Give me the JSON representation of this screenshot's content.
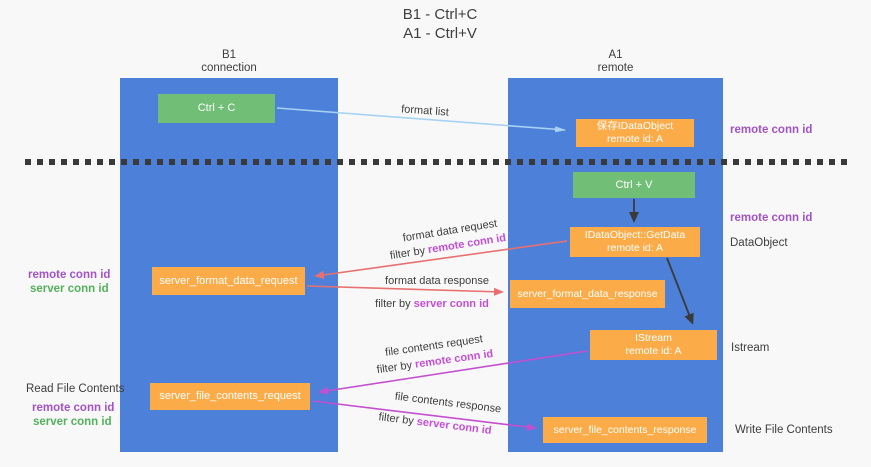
{
  "title": {
    "line1": "B1 - Ctrl+C",
    "line2": "A1 - Ctrl+V"
  },
  "lanes": {
    "b1": {
      "title": "B1",
      "subtitle": "connection"
    },
    "a1": {
      "title": "A1",
      "subtitle": "remote"
    }
  },
  "nodes": {
    "ctrl_c": "Ctrl + C",
    "save_dataobject_line1": "保存IDataObject",
    "save_dataobject_line2": "remote id: A",
    "ctrl_v": "Ctrl + V",
    "getdata_line1": "IDataObject::GetData",
    "getdata_line2": "remote id: A",
    "server_format_data_request": "server_format_data_request",
    "server_format_data_response": "server_format_data_response",
    "istream_line1": "IStream",
    "istream_line2": "remote id: A",
    "server_file_contents_request": "server_file_contents_request",
    "server_file_contents_response": "server_file_contents_response"
  },
  "flow_labels": {
    "format_list": "format list",
    "format_request": "format data request",
    "format_request_filter_prefix": "filter by ",
    "format_request_filter_key": "remote conn id",
    "format_response": "format data response",
    "format_response_filter_prefix": "filter by ",
    "format_response_filter_key": "server conn id",
    "file_request": "file contents request",
    "file_request_filter_prefix": "filter by ",
    "file_request_filter_key": "remote conn id",
    "file_response": "file contents response",
    "file_response_filter_prefix": "filter by ",
    "file_response_filter_key": "server conn id"
  },
  "side_labels": {
    "right_remote_conn_top": "remote conn id",
    "right_remote_conn_mid": "remote conn id",
    "right_dataobject": "DataObject",
    "right_istream": "Istream",
    "right_write_file": "Write File Contents",
    "left_remote_conn_top": "remote conn id",
    "left_server_conn_top": "server conn id",
    "left_read_file": "Read File Contents",
    "left_remote_conn_bottom": "remote conn id",
    "left_server_conn_bottom": "server conn id"
  },
  "colors": {
    "lane_blue": "#4d80d8",
    "node_orange": "#fbac49",
    "node_green": "#71bf76",
    "side_purple": "#a253c5",
    "key_purple": "#c44fd6",
    "green_text": "#54b15d",
    "arrow_blue": "#a6d3f2",
    "arrow_black": "#3a3a3a",
    "arrow_red": "#e87070",
    "arrow_magenta": "#c44fd0"
  }
}
